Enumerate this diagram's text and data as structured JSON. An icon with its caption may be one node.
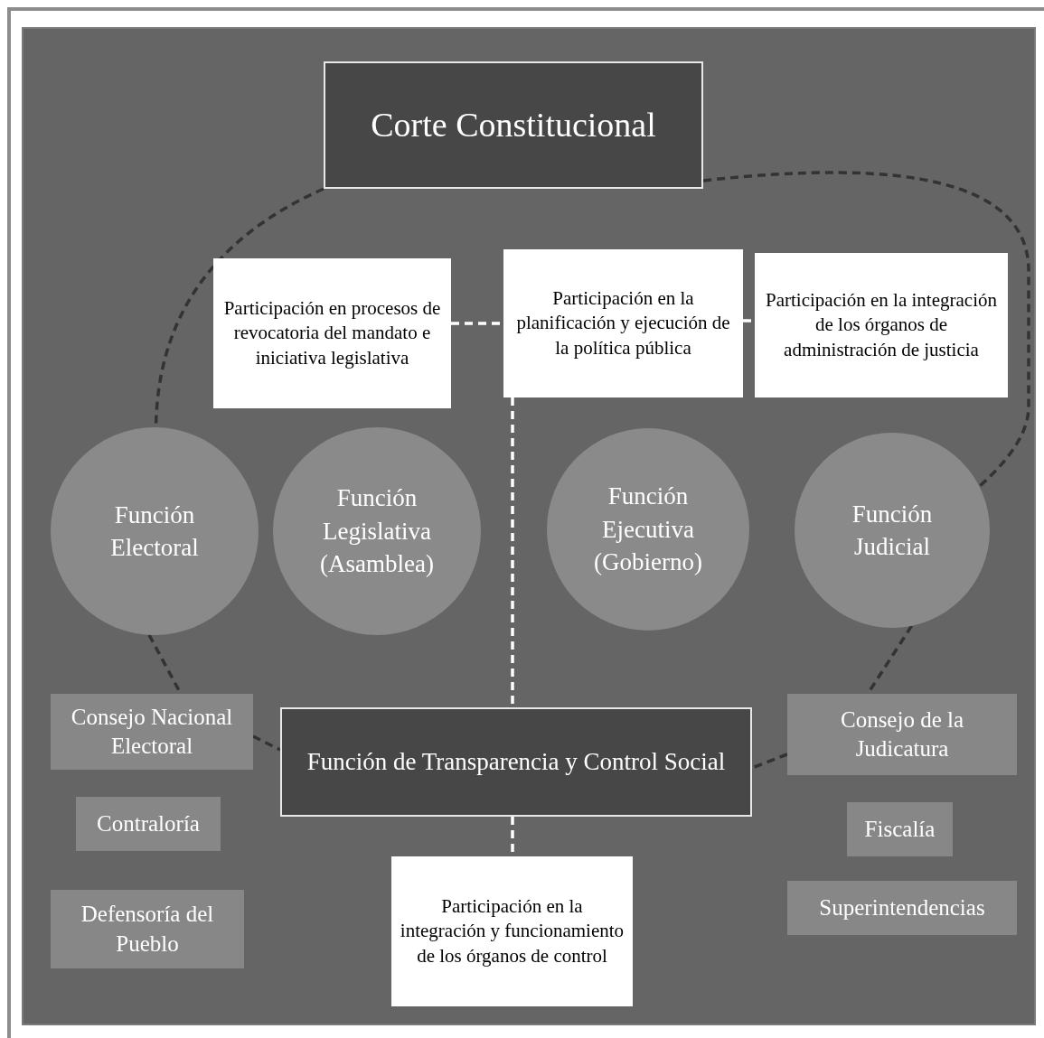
{
  "diagram": {
    "nodes": [
      {
        "text": [
          "Corte Constitucional"
        ]
      },
      {
        "text": [
          "Participación en procesos de revocatoria del mandato e iniciativa legislativa"
        ]
      },
      {
        "text": [
          "Participación en la planificación y ejecución de la política pública"
        ]
      },
      {
        "text": [
          "Participación en la integración de los órganos de administración de justicia"
        ]
      },
      {
        "text": [
          "Función Electoral"
        ]
      },
      {
        "text": [
          "Función Legislativa (Asamblea)"
        ]
      },
      {
        "text": [
          "Función Ejecutiva (Gobierno)"
        ]
      },
      {
        "text": [
          "Función Judicial"
        ]
      },
      {
        "text": [
          "Consejo Nacional Electoral"
        ]
      },
      {
        "text": [
          "Función de Transparencia y Control Social"
        ]
      },
      {
        "text": [
          "Consejo de la Judicatura"
        ]
      },
      {
        "text": [
          "Contraloría"
        ]
      },
      {
        "text": [
          "Fiscalía"
        ]
      },
      {
        "text": [
          "Defensoría del Pueblo"
        ]
      },
      {
        "text": [
          "Superintendencias"
        ]
      },
      {
        "text": [
          "Participación en la integración y funcionamiento de los órganos de control"
        ]
      }
    ],
    "edges": [
      {
        "from": 0,
        "to": 4,
        "arrow": "none",
        "style": "dashed",
        "color": "#333333"
      },
      {
        "from": 0,
        "to": 7,
        "arrow": "none",
        "style": "dashed",
        "color": "#333333"
      },
      {
        "from": 4,
        "to": 8,
        "arrow": "none",
        "style": "dashed",
        "color": "#333333"
      },
      {
        "from": 8,
        "to": 9,
        "arrow": "none",
        "style": "dashed",
        "color": "#333333"
      },
      {
        "from": 7,
        "to": 10,
        "arrow": "none",
        "style": "dashed",
        "color": "#333333"
      },
      {
        "from": 10,
        "to": 9,
        "arrow": "none",
        "style": "dashed",
        "color": "#333333"
      },
      {
        "from": 1,
        "to": 2,
        "arrow": "none",
        "style": "dashed",
        "color": "#ffffff"
      },
      {
        "from": 2,
        "to": 3,
        "arrow": "none",
        "style": "dashed",
        "color": "#ffffff"
      },
      {
        "from": 2,
        "to": 9,
        "arrow": "none",
        "style": "dashed",
        "color": "#ffffff"
      },
      {
        "from": 9,
        "to": 15,
        "arrow": "none",
        "style": "dashed",
        "color": "#ffffff"
      }
    ]
  }
}
